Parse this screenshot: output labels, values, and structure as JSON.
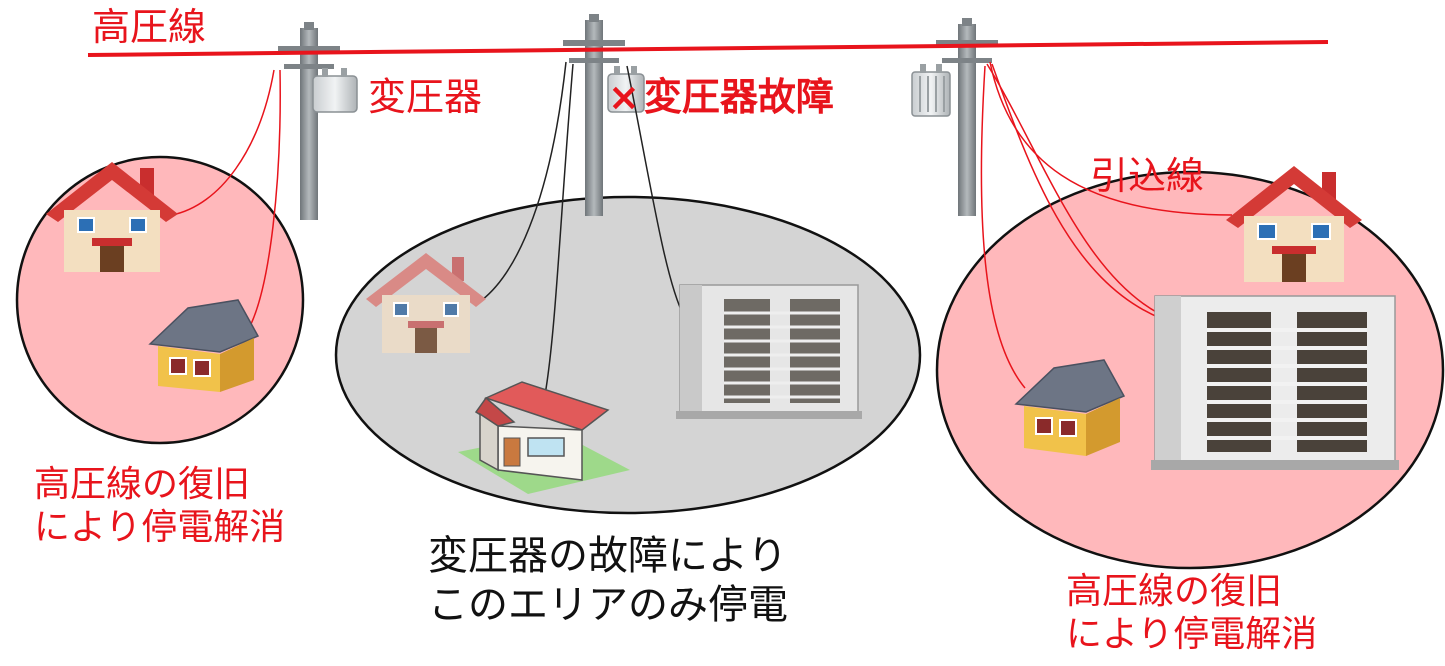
{
  "labels": {
    "high_voltage_line": "高圧線",
    "transformer": "変圧器",
    "fault_mark": "×",
    "transformer_failure": "変圧器故障",
    "service_drop": "引込線",
    "restored_left": [
      "高圧線の復旧",
      "により停電解消"
    ],
    "outage_center": [
      "変圧器の故障により",
      "このエリアのみ停電"
    ],
    "restored_right": [
      "高圧線の復旧",
      "により停電解消"
    ]
  },
  "colors": {
    "high_voltage_line": "#e8141c",
    "restored_area": "#ffb8bb",
    "outage_area": "#d4d4d4",
    "wire": "#222222",
    "pole": "#8a9094"
  }
}
